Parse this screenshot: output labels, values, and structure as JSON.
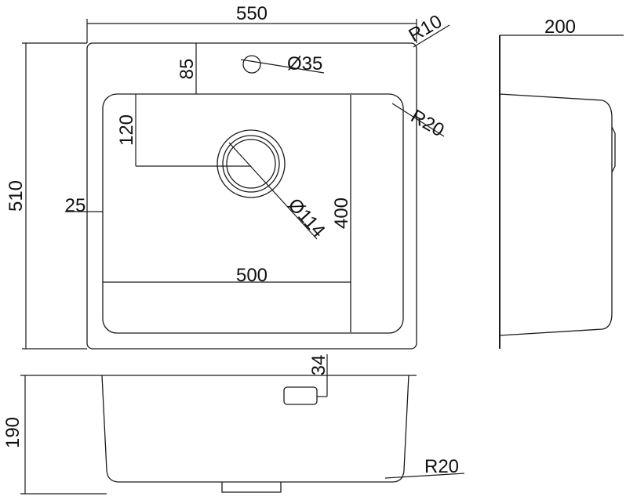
{
  "drawing": {
    "dim_550": "550",
    "dim_200": "200",
    "dim_510": "510",
    "dim_85": "85",
    "dim_120": "120",
    "dim_25": "25",
    "dim_500": "500",
    "dim_400": "400",
    "dim_34": "34",
    "dim_190": "190",
    "label_r10": "R10",
    "label_r20_top": "R20",
    "label_r20_bottom": "R20",
    "label_d35": "Ø35",
    "label_d114": "Ø114"
  }
}
